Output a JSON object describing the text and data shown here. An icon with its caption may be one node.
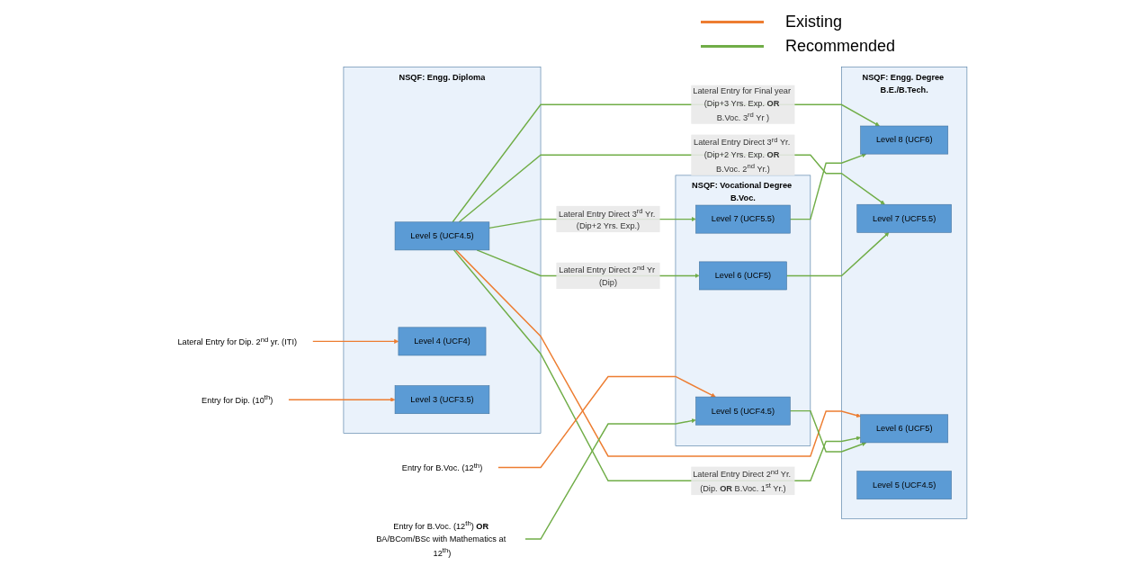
{
  "diagram": {
    "nodes": [
      {
        "text": [
          "Lateral Entry for Dip. 2$^{nd}$ yr. (ITI)"
        ]
      },
      {
        "text": [
          "Entry for Dip. (10$^{th}$)"
        ]
      },
      {
        "text": [
          "NSQF: Engg. Diploma"
        ]
      },
      {
        "text": [
          "Level 5 (UCF4.5)"
        ],
        "in": 2
      },
      {
        "text": [
          "Level 4 (UCF4)"
        ],
        "in": 2
      },
      {
        "text": [
          "Level 3 (UCF3.5)"
        ],
        "in": 2
      },
      {
        "text": [
          "Entry for B.Voc. (12$^{th}$)"
        ]
      },
      {
        "text": [
          "Entry for B.Voc. (12$^{th}$) **OR** BA/BCom/BSc with Mathematics at 12$^{th}$)"
        ]
      },
      {
        "text": [
          "NSQF: Vocational Degree B.Voc."
        ]
      },
      {
        "text": [
          "Level 7 (UCF5.5)"
        ],
        "in": 8
      },
      {
        "text": [
          "Level 6 (UCF5)"
        ],
        "in": 8
      },
      {
        "text": [
          "Level 5 (UCF4.5)"
        ],
        "in": 8
      },
      {
        "text": [
          "NSQF: Engg. Degree B.E./B.Tech."
        ]
      },
      {
        "text": [
          "Level 8 (UCF6)"
        ],
        "in": 12
      },
      {
        "text": [
          "Level 7 (UCF5.5)"
        ],
        "in": 12
      },
      {
        "text": [
          "Level 6 (UCF5)"
        ],
        "in": 12
      },
      {
        "text": [
          "Level 5 (UCF4.5)"
        ],
        "in": 12
      }
    ],
    "edges": [
      {
        "from": 0,
        "to": 4,
        "arrow": "to",
        "color": "#ed7d31"
      },
      {
        "from": 1,
        "to": 5,
        "arrow": "to",
        "color": "#ed7d31"
      },
      {
        "from": 3,
        "to": 13,
        "arrow": "to",
        "label": "Lateral Entry for Final year (Dip+3 Yrs. Exp. **OR** B.Voc. 3$^{rd}$ Yr )"
      },
      {
        "from": 3,
        "to": 9,
        "arrow": "to",
        "label": "Lateral Entry Direct 3$^{rd}$ Yr. (Dip+2 Yrs. Exp.)"
      },
      {
        "from": 3,
        "to": 10,
        "arrow": "to",
        "label": "Lateral Entry Direct 2$^{nd}$ Yr (Dip)"
      },
      {
        "from": 9,
        "to": 13,
        "arrow": "to"
      },
      {
        "from": 3,
        "to": 14,
        "arrow": "to",
        "label": "Lateral Entry Direct 3$^{rd}$ Yr. (Dip+2 Yrs. Exp. **OR** B.Voc. 2$^{nd}$ Yr.)"
      },
      {
        "from": 10,
        "to": 14,
        "arrow": "to"
      },
      {
        "from": 3,
        "to": 15,
        "arrow": "to",
        "color": "#ed7d31"
      },
      {
        "from": 3,
        "to": 15,
        "arrow": "to",
        "label": "Lateral Entry Direct 2$^{nd}$ Yr. (Dip. **OR** B.Voc. 1$^{st}$ Yr.)"
      },
      {
        "from": 11,
        "to": 15,
        "arrow": "to"
      },
      {
        "from": 6,
        "to": 11,
        "arrow": "to",
        "color": "#ed7d31"
      },
      {
        "from": 7,
        "to": 11,
        "arrow": "to"
      }
    ],
    "legend": [
      {
        "text": "Existing",
        "color": "#ed7d31"
      },
      {
        "text": "Recommended",
        "color": "#70ad47"
      }
    ]
  }
}
